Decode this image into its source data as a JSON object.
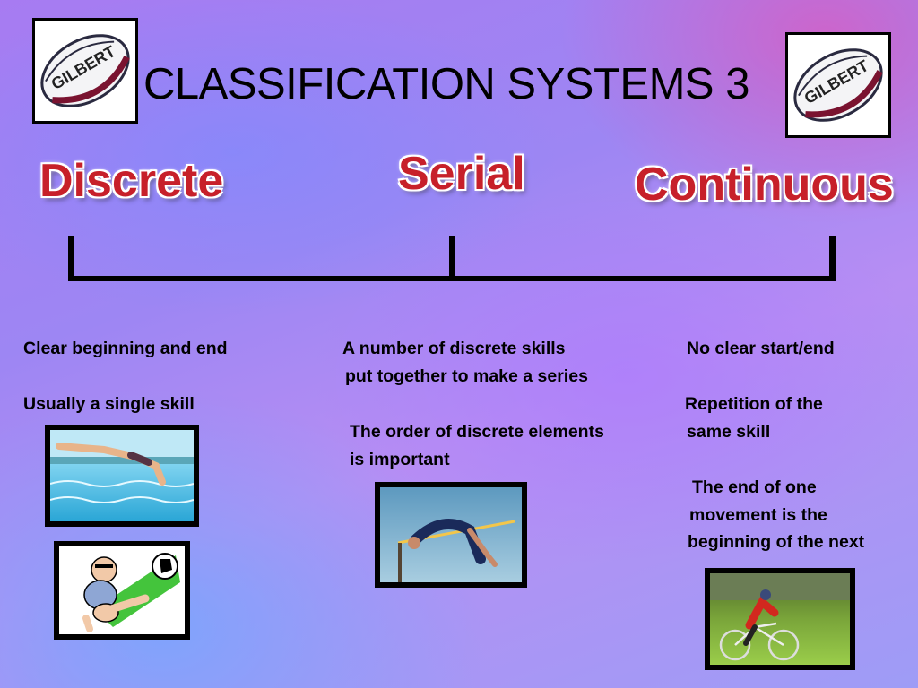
{
  "slide": {
    "title": "CLASSIFICATION SYSTEMS 3",
    "logo_icon": "gilbert-rugby-ball-icon",
    "logo_text": "GILBERT",
    "accent_red": "#c7202a"
  },
  "categories": {
    "discrete": "Discrete",
    "serial": "Serial",
    "continuous": "Continuous"
  },
  "discrete": {
    "line1": "Clear beginning and end",
    "line2": "Usually a single skill"
  },
  "serial": {
    "line1": "A number of discrete skills",
    "line2": "put together to make a series",
    "line3": "The order of discrete elements",
    "line4": "is important"
  },
  "continuous": {
    "line1": "No clear start/end",
    "line2": "Repetition of the",
    "line3": "same skill",
    "line4": "The end of one",
    "line5": "movement is the",
    "line6": "beginning of the next"
  },
  "images": {
    "diver": "diver-photo",
    "kicker": "cartoon-football-kick-image",
    "high_jump": "high-jump-photo",
    "cyclist": "cyclist-photo"
  }
}
